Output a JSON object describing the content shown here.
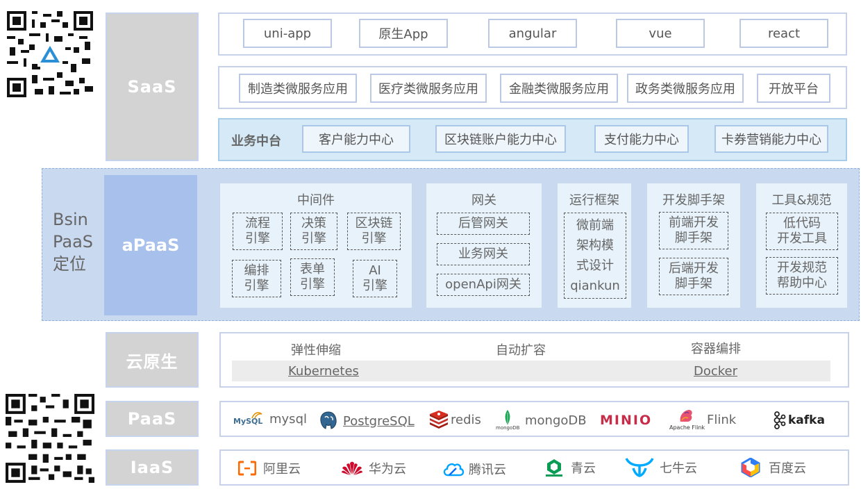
{
  "saas": {
    "label": "SaaS",
    "frontends": [
      "uni-app",
      "原生App",
      "angular",
      "vue",
      "react"
    ],
    "apps": [
      "制造类微服务应用",
      "医疗类微服务应用",
      "金融类微服务应用",
      "政务类微服务应用",
      "开放平台"
    ],
    "middle_title": "业务中台",
    "middle_items": [
      "客户能力中心",
      "区块链账户能力中心",
      "支付能力中心",
      "卡券营销能力中心"
    ]
  },
  "bsin": {
    "line1": "Bsin",
    "line2": "PaaS",
    "line3": "定位"
  },
  "apaas": {
    "label": "aPaaS",
    "middleware": {
      "title": "中间件",
      "items": [
        {
          "l1": "流程",
          "l2": "引擎"
        },
        {
          "l1": "决策",
          "l2": "引擎"
        },
        {
          "l1": "区块链",
          "l2": "引擎"
        },
        {
          "l1": "编排",
          "l2": "引擎"
        },
        {
          "l1": "表单",
          "l2": "引擎"
        },
        {
          "l1": "AI",
          "l2": "引擎"
        }
      ]
    },
    "gateway": {
      "title": "网关",
      "items": [
        "后管网关",
        "业务网关",
        "openApi网关"
      ]
    },
    "runtime": {
      "title": "运行框架",
      "lines": [
        "微前端",
        "架构模",
        "式设计",
        "qiankun"
      ]
    },
    "scaffold": {
      "title": "开发脚手架",
      "items": [
        {
          "l1": "前端开发",
          "l2": "脚手架"
        },
        {
          "l1": "后端开发",
          "l2": "脚手架"
        }
      ]
    },
    "tools": {
      "title": "工具&规范",
      "items": [
        {
          "l1": "低代码",
          "l2": "开发工具"
        },
        {
          "l1": "开发规范",
          "l2": "帮助中心"
        }
      ]
    }
  },
  "cloud_native": {
    "label": "云原生",
    "features": [
      "弹性伸缩",
      "自动扩容",
      "容器编排"
    ],
    "tech": [
      "Kubernetes",
      "Docker"
    ]
  },
  "paas": {
    "label": "PaaS",
    "items": [
      {
        "icon": "mysql-logo-icon",
        "logo_text": "MySQL",
        "name": "mysql"
      },
      {
        "icon": "postgresql-elephant-icon",
        "name": "PostgreSQL"
      },
      {
        "icon": "redis-logo-icon",
        "name": "redis"
      },
      {
        "icon": "mongodb-leaf-icon",
        "logo_text": "mongoDB",
        "name": "mongoDB"
      },
      {
        "icon": "minio-logo-icon",
        "name": "MINIO"
      },
      {
        "icon": "flink-squirrel-icon",
        "logo_text": "Apache Flink",
        "name": "Flink"
      },
      {
        "icon": "kafka-logo-icon",
        "name": "kafka"
      }
    ]
  },
  "iaas": {
    "label": "IaaS",
    "items": [
      {
        "icon": "aliyun-logo-icon",
        "name": "阿里云"
      },
      {
        "icon": "huawei-logo-icon",
        "name": "华为云"
      },
      {
        "icon": "tencent-cloud-icon",
        "name": "腾讯云"
      },
      {
        "icon": "qingcloud-logo-icon",
        "name": "青云"
      },
      {
        "icon": "qiniu-logo-icon",
        "name": "七牛云"
      },
      {
        "icon": "baidu-cloud-icon",
        "name": "百度云"
      }
    ]
  },
  "colors": {
    "layer_gray": "#d3d3d3",
    "apaas_blue": "#a7c0ec",
    "apaas_region": "#c9d9f0",
    "middle_bg": "#d5eaf6",
    "border": "#c7d1ea"
  }
}
